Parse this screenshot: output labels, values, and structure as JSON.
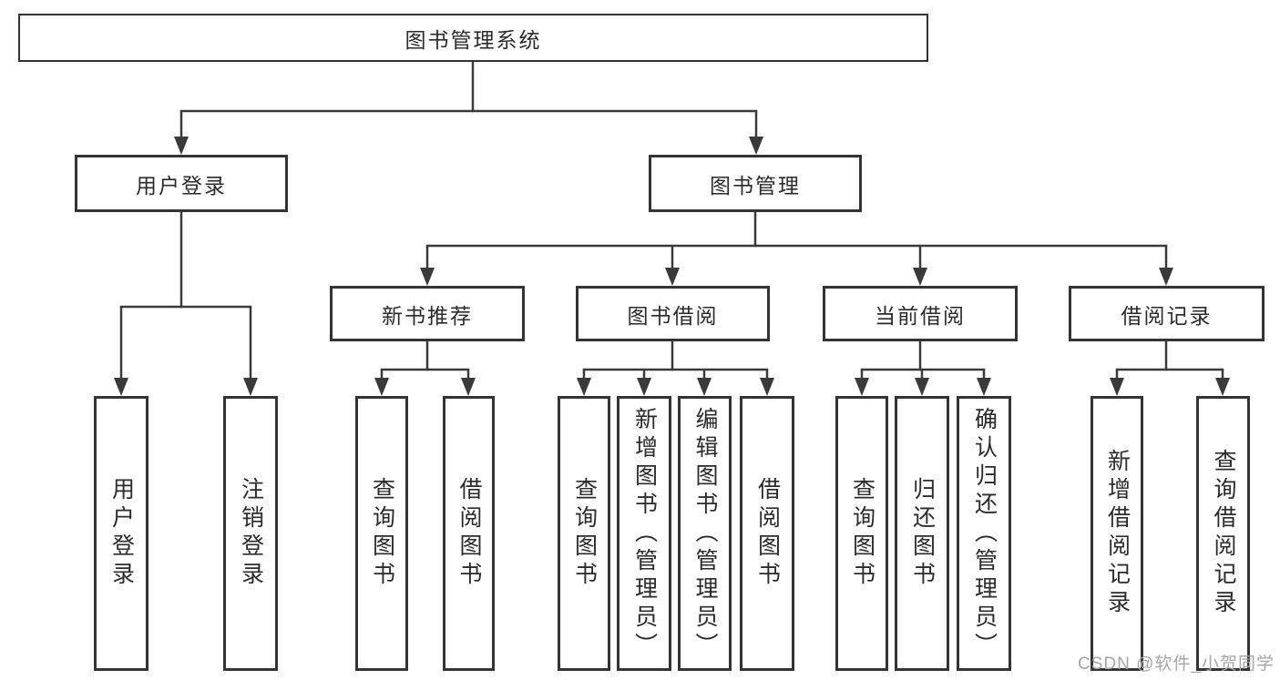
{
  "diagram": {
    "type": "hierarchy-tree",
    "root": {
      "label": "图书管理系统"
    },
    "user_login": {
      "label": "用户登录",
      "children": [
        "用户登录",
        "注销登录"
      ]
    },
    "book_management": {
      "label": "图书管理"
    },
    "new_book_recommend": {
      "label": "新书推荐",
      "children": [
        "查询图书",
        "借阅图书"
      ]
    },
    "book_borrowing": {
      "label": "图书借阅",
      "children": [
        "查询图书",
        "新增图书（管理员）",
        "编辑图书（管理员）",
        "借阅图书"
      ]
    },
    "current_borrowing": {
      "label": "当前借阅",
      "children": [
        "查询图书",
        "归还图书",
        "确认归还（管理员）"
      ]
    },
    "borrowing_records": {
      "label": "借阅记录",
      "children": [
        "新增借阅记录",
        "查询借阅记录"
      ]
    }
  },
  "watermark": "CSDN @软件_小贺同学",
  "colors": {
    "line": "#3a3a3a",
    "border": "#343434",
    "text": "#2b2b2b",
    "background": "#ffffff",
    "watermark": "#a6a6a6"
  }
}
